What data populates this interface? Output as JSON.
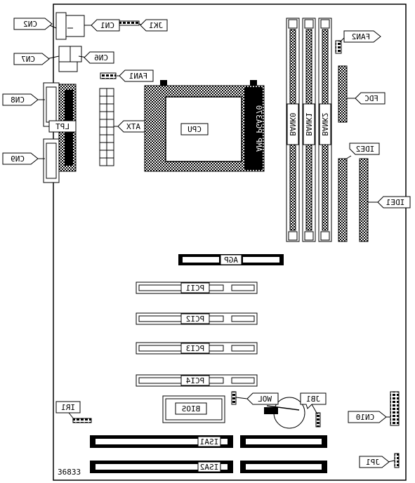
{
  "diagram": {
    "part_number": "36833",
    "labels": {
      "cn1": "CN1",
      "cn2": "CN2",
      "jk1": "JK1",
      "cn6": "CN6",
      "cn7": "CN7",
      "fan1": "FAN1",
      "fan2": "FAN2",
      "cn8": "CN8",
      "cn9": "CN9",
      "lpt": "LPT",
      "atx": "ATX",
      "cpu": "CPU",
      "socket": "AMP PGA370",
      "bank0": "BANK0",
      "bank1": "BANK1",
      "bank2": "BANK2",
      "fdc": "FDC",
      "ide1": "IDE1",
      "ide2": "IDE2",
      "agp": "AGP",
      "pci1": "PCI1",
      "pci2": "PCI2",
      "pci3": "PCI3",
      "pci4": "PCI4",
      "bios": "BIOS",
      "wol": "WOL",
      "jb1": "JB1",
      "ir1": "IR1",
      "cn10": "CN10",
      "isa1": "ISA1",
      "isa2": "ISA2",
      "jp1": "JP1"
    }
  }
}
